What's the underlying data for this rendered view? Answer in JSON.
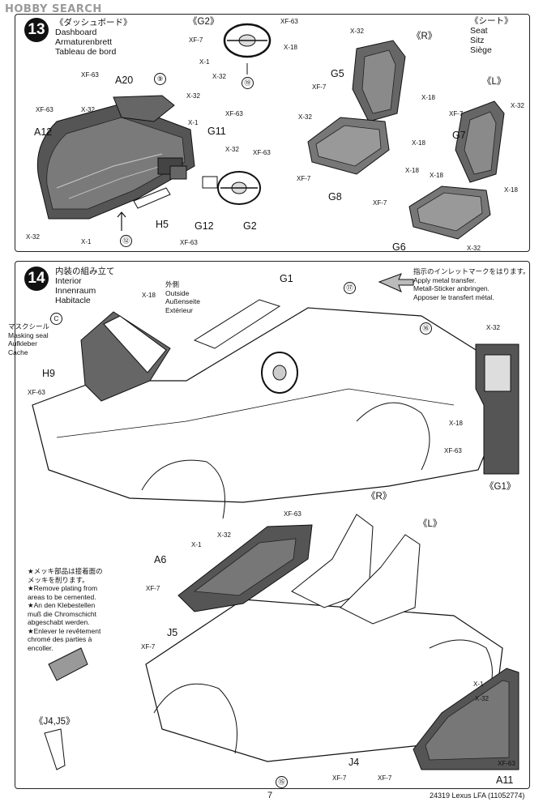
{
  "watermark": "HOBBY SEARCH",
  "step13": {
    "number": "13",
    "title_ja": "《ダッシュボード》",
    "title_en": "Dashboard",
    "title_de": "Armaturenbrett",
    "title_fr": "Tableau de bord",
    "group_g2": "《G2》",
    "group_seat": "《シート》",
    "seat_en": "Seat",
    "seat_de": "Sitz",
    "seat_fr": "Siège",
    "right": "《R》",
    "left": "《L》",
    "parts": {
      "a20": "A20",
      "a12": "A12",
      "g11": "G11",
      "h5": "H5",
      "g12": "G12",
      "g2": "G2",
      "g5": "G5",
      "g8": "G8",
      "g7": "G7",
      "g6": "G6"
    },
    "screws": {
      "xf63": "XF-63",
      "xf7": "XF-7",
      "x1": "X-1",
      "x32": "X-32",
      "x18": "X-18"
    },
    "refs": {
      "r9": "⑨",
      "r12": "⑫",
      "r19": "⑲"
    }
  },
  "step14": {
    "number": "14",
    "title_ja": "内装の組み立て",
    "title_en": "Interior",
    "title_de": "Innenraum",
    "title_fr": "Habitacle",
    "outside_ja": "外側",
    "outside_en": "Outside",
    "outside_de": "Außenseite",
    "outside_fr": "Extérieur",
    "mask_ja": "マスクシール",
    "mask_en": "Masking seal",
    "mask_de": "Aufkleber",
    "mask_fr": "Cache",
    "mask_ref": "C",
    "metal_ja": "指示のインレットマークをはります。",
    "metal_en": "Apply metal transfer.",
    "metal_de": "Metall-Sticker anbringen.",
    "metal_fr": "Apposer le transfert métal.",
    "plating_note": [
      "★メッキ部品は接着面の",
      "メッキを削ります。",
      "★Remove plating from",
      "areas to be cemented.",
      "★An den Klebestellen",
      "muß die Chromschicht",
      "abgeschabt werden.",
      "★Enlever le revêtement",
      "chromé des parties à",
      "encoller."
    ],
    "right": "《R》",
    "left": "《L》",
    "g1_group": "《G1》",
    "j45_group": "《J4,J5》",
    "parts": {
      "g1": "G1",
      "h9": "H9",
      "a6": "A6",
      "j5": "J5",
      "j4": "J4",
      "a11": "A11"
    },
    "refs": {
      "r15": "⑮",
      "r16": "⑯",
      "r17": "⑰"
    }
  },
  "footer": {
    "page": "7",
    "code": "24319  Lexus LFA (11052774)"
  }
}
